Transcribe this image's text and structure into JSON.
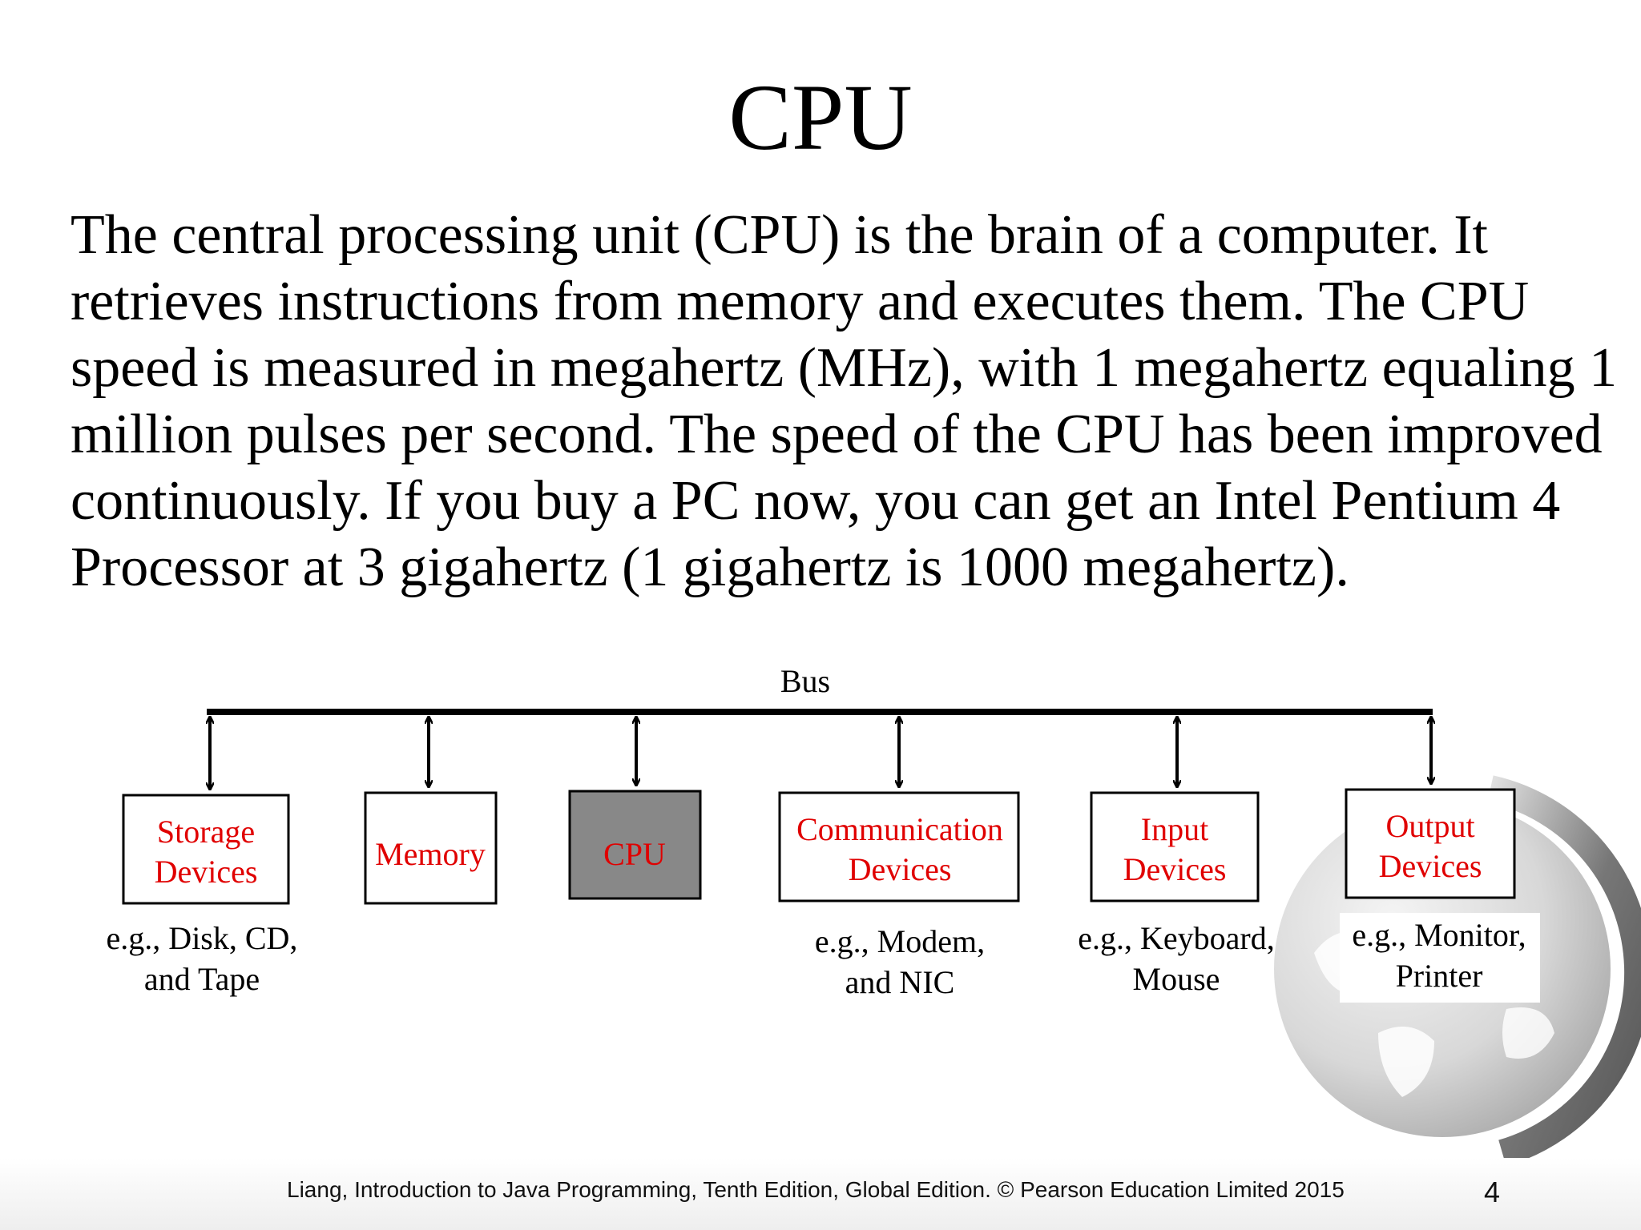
{
  "slide": {
    "title": "CPU",
    "body_lines": [
      "The central processing unit (CPU) is the brain of a computer. It",
      "retrieves instructions from memory and executes them. The CPU",
      "speed is measured in megahertz (MHz), with 1 megahertz equaling 1",
      "million pulses per second. The speed of the CPU has been improved",
      "continuously. If you buy a PC now, you can get an Intel Pentium 4",
      "Processor at 3 gigahertz (1 gigahertz is 1000 megahertz)."
    ]
  },
  "diagram": {
    "bus_label": "Bus",
    "components": [
      {
        "line1": "Storage",
        "line2": "Devices",
        "example1": "e.g., Disk, CD,",
        "example2": "and Tape"
      },
      {
        "line1": "Memory",
        "line2": "",
        "example1": "",
        "example2": ""
      },
      {
        "line1": "CPU",
        "line2": "",
        "example1": "",
        "example2": ""
      },
      {
        "line1": "Communication",
        "line2": "Devices",
        "example1": "e.g., Modem,",
        "example2": "and NIC"
      },
      {
        "line1": "Input",
        "line2": "Devices",
        "example1": "e.g., Keyboard,",
        "example2": "Mouse"
      },
      {
        "line1": "Output",
        "line2": "Devices",
        "example1": "e.g., Monitor,",
        "example2": "Printer"
      }
    ],
    "colors": {
      "label_red": "#e00000",
      "cpu_fill": "#888888",
      "box_stroke": "#000000"
    }
  },
  "footer": {
    "citation": "Liang, Introduction to Java Programming, Tenth Edition, Global Edition. © Pearson Education Limited 2015",
    "page_number": "4"
  },
  "decoration": {
    "watermark": "globe-watermark"
  }
}
